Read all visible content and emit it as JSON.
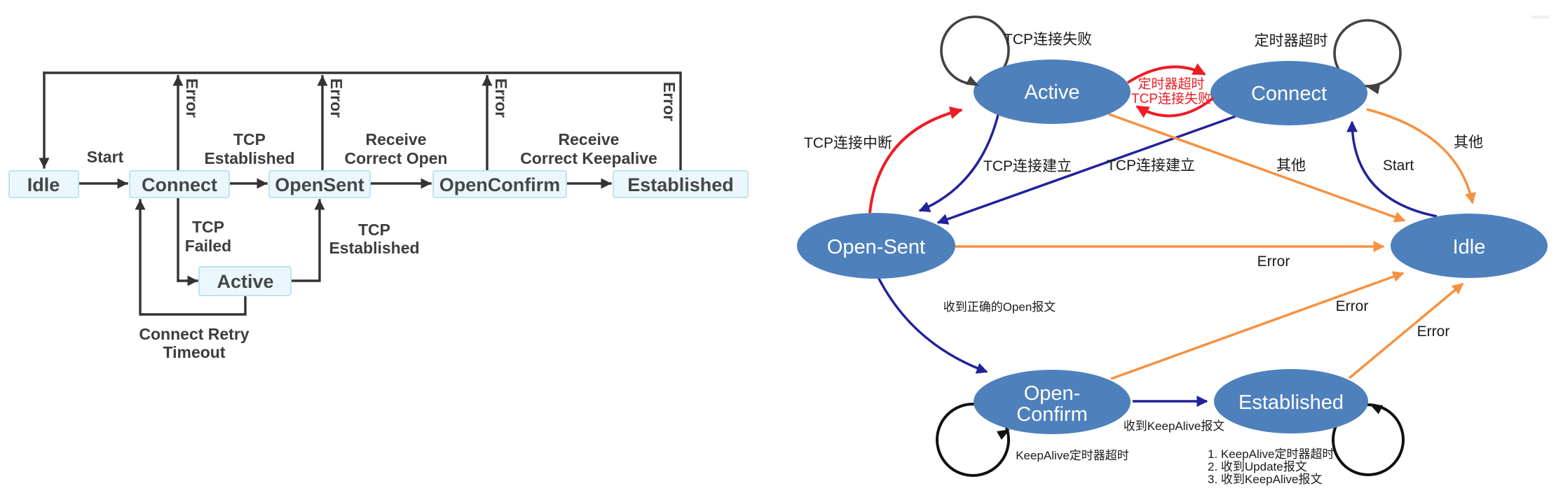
{
  "left_diagram": {
    "states": {
      "idle": "Idle",
      "connect": "Connect",
      "opensent": "OpenSent",
      "openconfirm": "OpenConfirm",
      "established": "Established",
      "active": "Active"
    },
    "labels": {
      "start": "Start",
      "error": "Error",
      "tcp_established_top": [
        "TCP",
        "Established"
      ],
      "receive_correct_open": [
        "Receive",
        "Correct Open"
      ],
      "receive_correct_keepalive": [
        "Receive",
        "Correct Keepalive"
      ],
      "tcp_failed": [
        "TCP",
        "Failed"
      ],
      "tcp_established_bottom": [
        "TCP",
        "Established"
      ],
      "connect_retry_timeout": [
        "Connect Retry",
        "Timeout"
      ]
    }
  },
  "right_diagram": {
    "states": {
      "active": "Active",
      "connect": "Connect",
      "open_sent": "Open-Sent",
      "idle": "Idle",
      "open_confirm": [
        "Open-",
        "Confirm"
      ],
      "established": "Established"
    },
    "labels": {
      "active_self_loop": "TCP连接失败",
      "connect_self_loop": "定时器超时",
      "red_exchange": [
        "定时器超时",
        "TCP连接失败"
      ],
      "tcp_interrupted": "TCP连接中断",
      "tcp_established_a": "TCP连接建立",
      "tcp_established_b": "TCP连接建立",
      "other_a": "其他",
      "other_b": "其他",
      "start": "Start",
      "error_opensent": "Error",
      "error_openconfirm": "Error",
      "error_established": "Error",
      "recv_correct_open": "收到正确的Open报文",
      "recv_keepalive": "收到KeepAlive报文",
      "keepalive_timer_timeout": "KeepAlive定时器超时",
      "established_self_loop": [
        "1. KeepAlive定时器超时",
        "2. 收到Update报文",
        "3. 收到KeepAlive报文"
      ]
    }
  },
  "colors": {
    "state_ellipse_fill": "#4e80bc",
    "state_text": "#ffffff",
    "navy_arrow": "#22229a",
    "orange_arrow": "#f79140",
    "red_arrow": "#ee1c25",
    "loop_gray": "#424242",
    "loop_black": "#111111",
    "left_line": "#333333",
    "left_box_fill": "#ecf7fd",
    "left_box_border": "#bfe3f3",
    "left_text": "#3d3d3d"
  }
}
